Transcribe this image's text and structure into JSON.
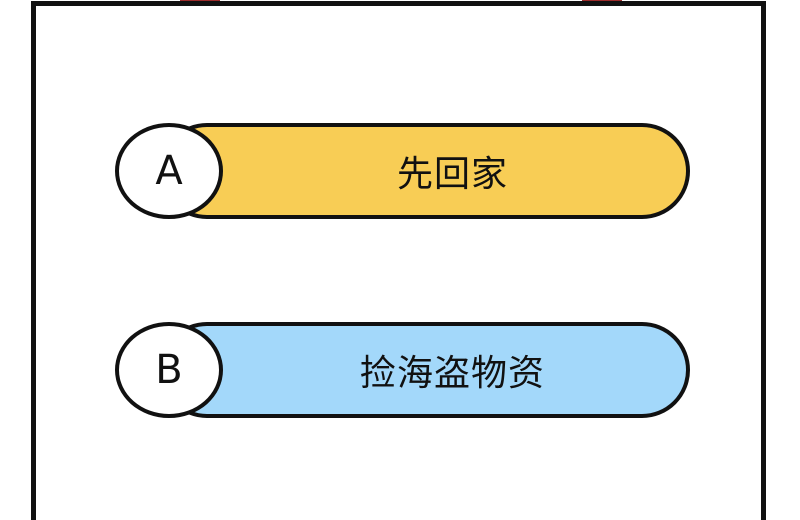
{
  "choices": [
    {
      "letter": "A",
      "text": "先回家",
      "color": "#f8cd55"
    },
    {
      "letter": "B",
      "text": "捡海盗物资",
      "color": "#a3d8fa"
    }
  ],
  "colors": {
    "border": "#111111",
    "background": "#ffffff",
    "hanger": "#9b2b2b"
  }
}
